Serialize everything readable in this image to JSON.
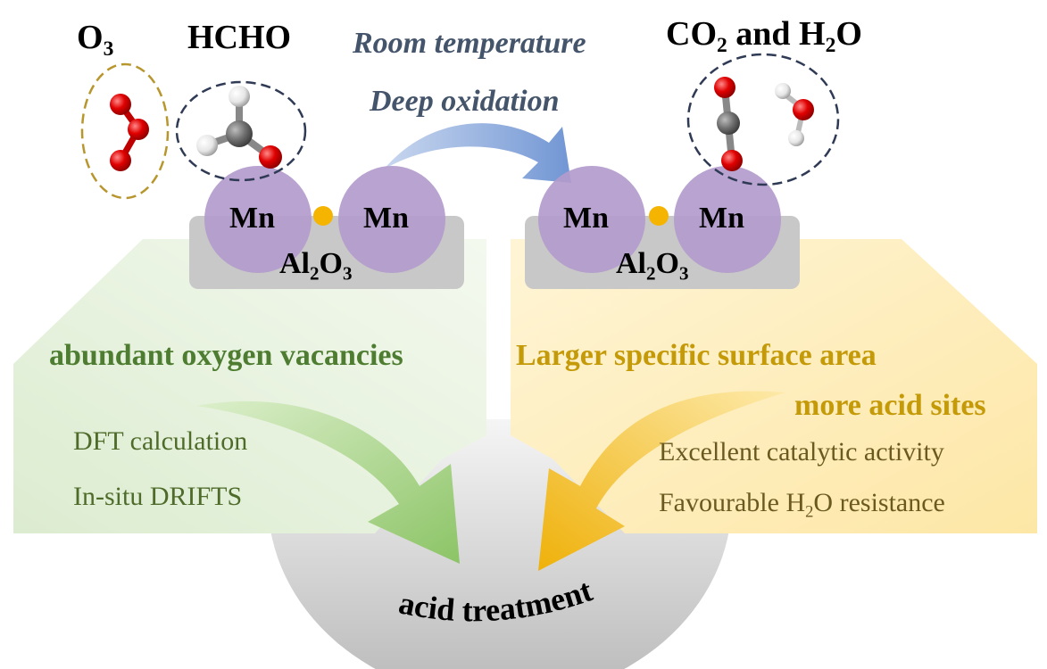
{
  "molecules": {
    "ozone": {
      "label_main": "O",
      "label_sub": "3"
    },
    "formaldehyde": {
      "label": "HCHO"
    },
    "products": {
      "label_a": "CO",
      "label_a_sub": "2",
      "label_mid": " and H",
      "label_b_sub": "2",
      "label_end": "O"
    }
  },
  "process": {
    "line1": "Room temperature",
    "line2": "Deep oxidation"
  },
  "catalyst_left": {
    "metal_a": "Mn",
    "metal_b": "Mn",
    "support_main": "Al",
    "support_sub1": "2",
    "support_mid": "O",
    "support_sub2": "3"
  },
  "catalyst_right": {
    "metal_a": "Mn",
    "metal_b": "Mn",
    "support_main": "Al",
    "support_sub1": "2",
    "support_mid": "O",
    "support_sub2": "3"
  },
  "left_panel": {
    "heading": "abundant oxygen vacancies",
    "items": [
      "DFT calculation",
      "In-situ DRIFTS"
    ]
  },
  "right_panel": {
    "heading1": "Larger specific surface area",
    "heading2": "more acid sites",
    "item1": "Excellent catalytic activity",
    "item2_pre": "Favourable H",
    "item2_sub": "2",
    "item2_post": "O resistance"
  },
  "bottom": {
    "label": "acid treatment"
  },
  "colors": {
    "green_text": "#4e7d31",
    "gold_text": "#c49a08",
    "process_text": "#44546a",
    "mn_purple": "#b39bcc",
    "support_gray": "#c8c8c8",
    "center_dot": "#f4b400",
    "green_arrow": "#8fc46a",
    "gold_arrow": "#f0b400",
    "blue_arrow": "#7f9fd6"
  }
}
